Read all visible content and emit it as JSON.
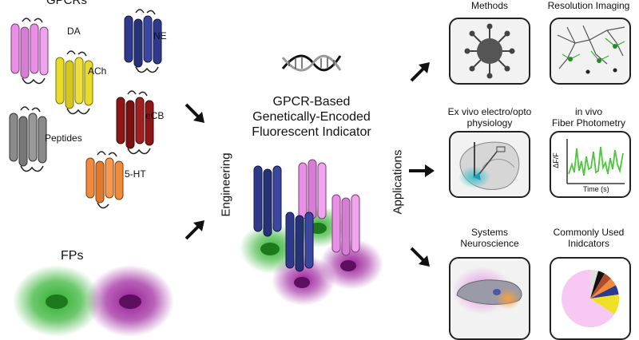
{
  "gpcrs": {
    "header": "GPCRs",
    "labels": {
      "da": "DA",
      "ach": "ACh",
      "ne": "NE",
      "ecb": "eCB",
      "peptides": "Peptides",
      "ht": "5-HT"
    },
    "colors": {
      "da": "#e98fe6",
      "ach": "#e8dc28",
      "ne": "#2f3a8c",
      "ecb": "#8e1616",
      "peptides": "#8a8a8a",
      "ht": "#f08a3c"
    }
  },
  "fps": {
    "label": "FPs",
    "colors": {
      "green": "#2fb02f",
      "purple": "#9a1e9a"
    }
  },
  "engineering": {
    "label": "Engineering"
  },
  "indicator": {
    "title_lines": [
      "GPCR-Based",
      "Genetically-Encoded",
      "Fluorescent Indicator"
    ]
  },
  "applications": {
    "label": "Applications",
    "panels": [
      {
        "title": "Methods"
      },
      {
        "title": "Resolution Imaging"
      },
      {
        "title_lines": [
          "Ex vivo electro/opto",
          "physiology"
        ]
      },
      {
        "title_lines": [
          "in vivo",
          "Fiber Photometry"
        ],
        "ylabel": "ΔF/F",
        "xlabel": "Time (s)"
      },
      {
        "title_lines": [
          "Systems",
          "Neuroscience"
        ]
      },
      {
        "title_lines": [
          "Commonly Used",
          "Inidcators"
        ]
      }
    ]
  }
}
